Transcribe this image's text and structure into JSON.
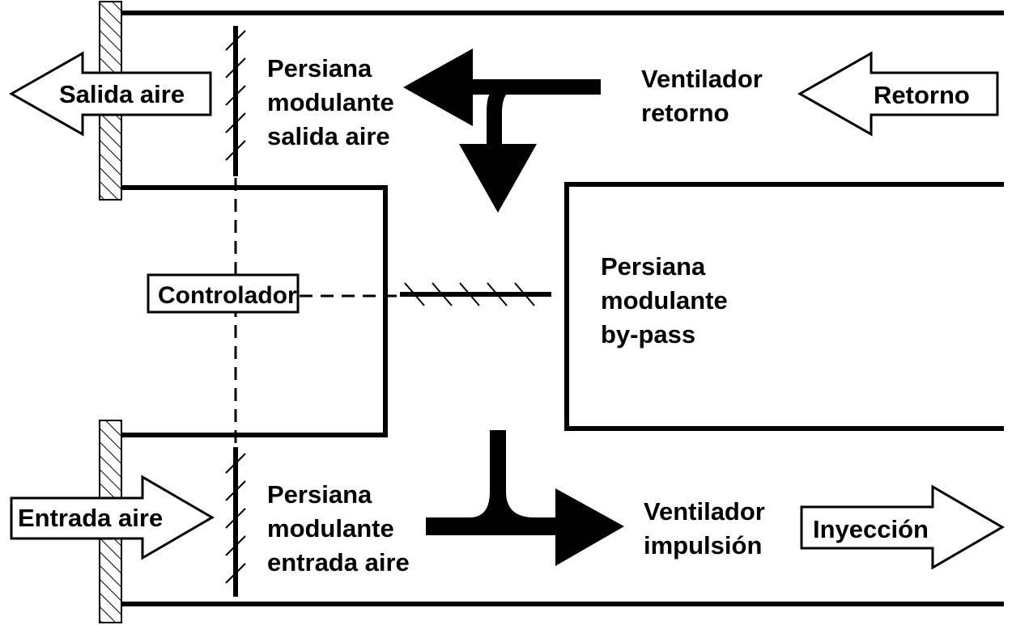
{
  "arrows": {
    "exhaust": "Salida aire",
    "return_air": "Retorno",
    "intake": "Entrada aire",
    "supply": "Inyección"
  },
  "dampers": {
    "exhaust_damper": [
      "Persiana",
      "modulante",
      "salida aire"
    ],
    "intake_damper": [
      "Persiana",
      "modulante",
      "entrada aire"
    ],
    "bypass_damper": [
      "Persiana",
      "modulante",
      "by-pass"
    ]
  },
  "fans": {
    "return_fan": [
      "Ventilador",
      "retorno"
    ],
    "supply_fan": [
      "Ventilador",
      "impulsión"
    ]
  },
  "controller": {
    "label": "Controlador"
  },
  "colors": {
    "line": "#000000",
    "background": "#ffffff"
  }
}
